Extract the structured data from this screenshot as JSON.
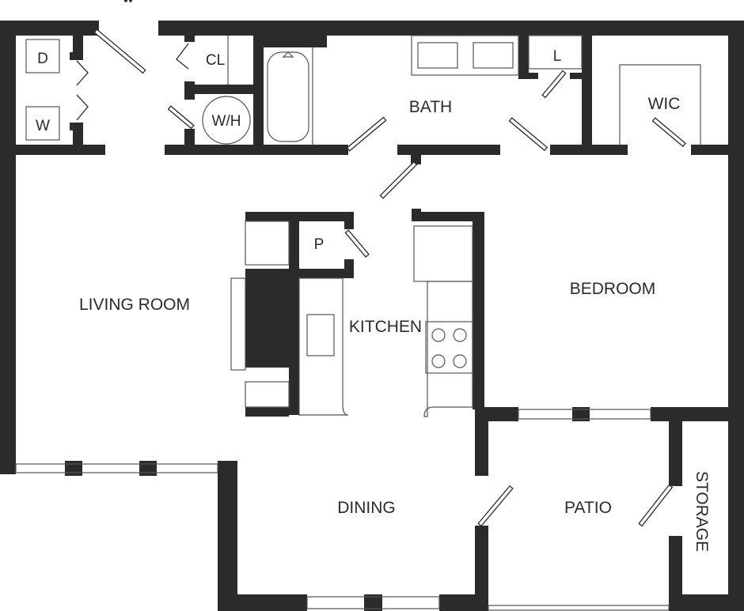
{
  "wall_color": "#2b2b2b",
  "entry_marker": "*",
  "rooms": {
    "dryer": "D",
    "washer": "W",
    "closet": "CL",
    "water_heater": "W/H",
    "bath": "BATH",
    "linen": "L",
    "walk_in_closet": "WIC",
    "pantry": "P",
    "living_room": "LIVING ROOM",
    "kitchen": "KITCHEN",
    "bedroom": "BEDROOM",
    "dining": "DINING",
    "patio": "PATIO",
    "storage": "STORAGE"
  }
}
